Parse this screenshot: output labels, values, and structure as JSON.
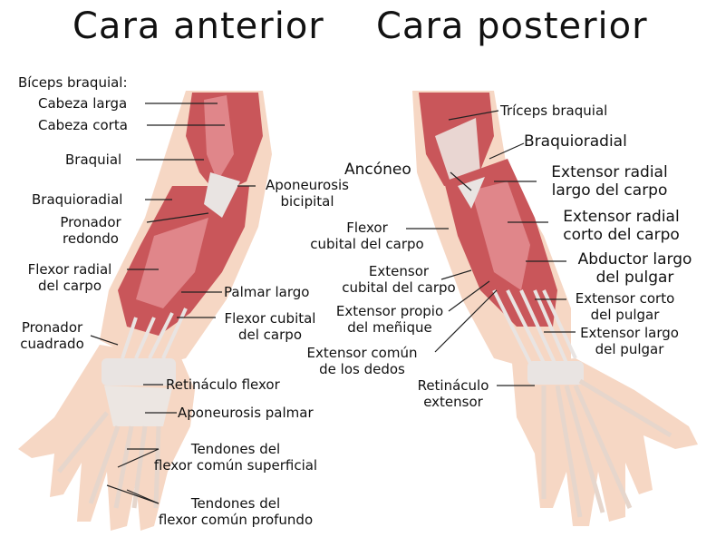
{
  "titles": {
    "anterior": "Cara anterior",
    "posterior": "Cara posterior"
  },
  "colors": {
    "skin": "#f6d7c4",
    "muscle": "#c9565a",
    "muscle_light": "#e0868a",
    "tendon": "#e9e4e2",
    "bone": "#f2e7dd",
    "leader": "#222222"
  },
  "anterior_labels": {
    "biceps_heading": "Bíceps braquial:",
    "cabeza_larga": "Cabeza larga",
    "cabeza_corta": "Cabeza corta",
    "braquial": "Braquial",
    "aponeurosis_1": "Aponeurosis",
    "aponeurosis_2": "bicipital",
    "braquioradial": "Braquioradial",
    "pronador_redondo_1": "Pronador",
    "pronador_redondo_2": "redondo",
    "flexor_radial_1": "Flexor radial",
    "flexor_radial_2": "del carpo",
    "palmar_largo": "Palmar largo",
    "flexor_cubital_1": "Flexor cubital",
    "flexor_cubital_2": "del carpo",
    "pronador_cuadrado_1": "Pronador",
    "pronador_cuadrado_2": "cuadrado",
    "retinaculo_flexor": "Retináculo flexor",
    "aponeurosis_palmar": "Aponeurosis palmar",
    "tendones_sup_1": "Tendones del",
    "tendones_sup_2": "flexor común superficial",
    "tendones_prof_1": "Tendones del",
    "tendones_prof_2": "flexor común profundo"
  },
  "posterior_labels": {
    "triceps": "Tríceps braquial",
    "braquioradial": "Braquioradial",
    "anconeo": "Ancóneo",
    "ext_radial_largo_1": "Extensor radial",
    "ext_radial_largo_2": "largo del carpo",
    "flexor_cubital_1": "Flexor",
    "flexor_cubital_2": "cubital del carpo",
    "ext_radial_corto_1": "Extensor radial",
    "ext_radial_corto_2": "corto del carpo",
    "ext_cubital_1": "Extensor",
    "ext_cubital_2": "cubital del carpo",
    "abductor_1": "Abductor largo",
    "abductor_2": "del pulgar",
    "ext_propio_1": "Extensor propio",
    "ext_propio_2": "del meñique",
    "ext_corto_1": "Extensor corto",
    "ext_corto_2": "del pulgar",
    "ext_comun_1": "Extensor común",
    "ext_comun_2": "de los dedos",
    "ext_largo_1": "Extensor largo",
    "ext_largo_2": "del pulgar",
    "retinaculo_1": "Retináculo",
    "retinaculo_2": "extensor"
  }
}
